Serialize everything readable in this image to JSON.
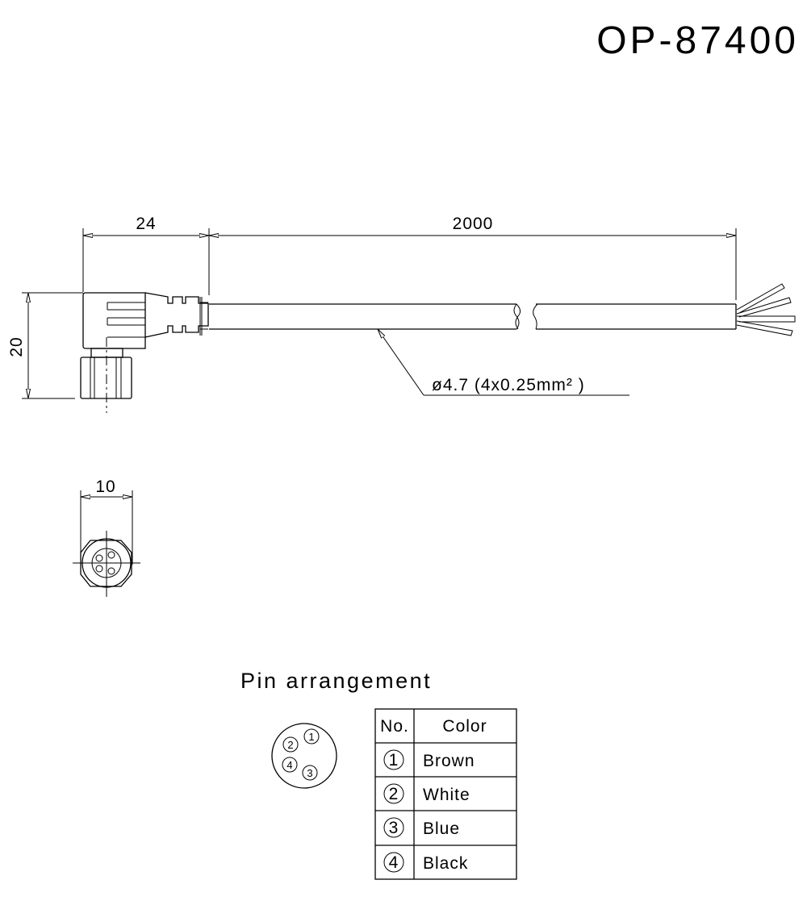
{
  "drawing_number": "OP-87400",
  "dimensions": {
    "connector_length": "24",
    "cable_length": "2000",
    "connector_height": "20",
    "connector_width": "10",
    "cable_spec": "ø4.7 (4x0.25mm² )"
  },
  "pin_arrangement": {
    "title": "Pin arrangement",
    "pin_labels": [
      "1",
      "2",
      "3",
      "4"
    ],
    "table": {
      "headers": [
        "No.",
        "Color"
      ],
      "rows": [
        {
          "no": "1",
          "color": "Brown"
        },
        {
          "no": "2",
          "color": "White"
        },
        {
          "no": "3",
          "color": "Blue"
        },
        {
          "no": "4",
          "color": "Black"
        }
      ]
    }
  }
}
